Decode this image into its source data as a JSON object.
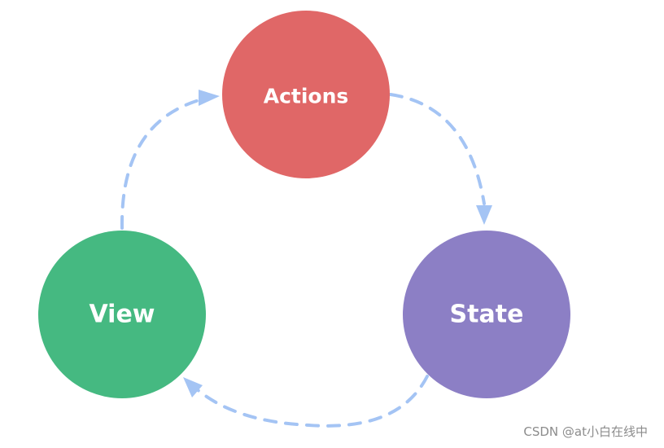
{
  "nodes": {
    "actions": {
      "label": "Actions",
      "color": "#e06767"
    },
    "state": {
      "label": "State",
      "color": "#8c7fc5"
    },
    "view": {
      "label": "View",
      "color": "#45b981"
    }
  },
  "arrow_color": "#a4c4f4",
  "watermark": "CSDN @at小白在线中"
}
